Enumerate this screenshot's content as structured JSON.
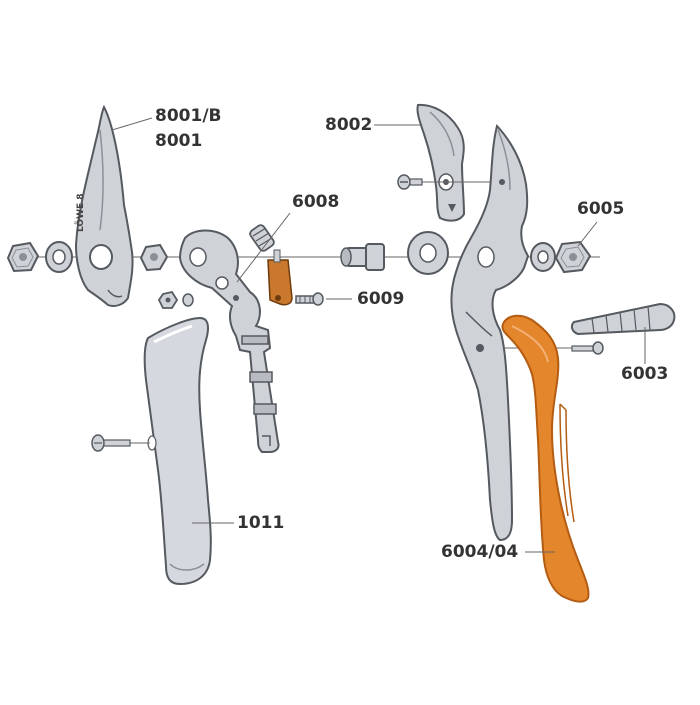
{
  "colors": {
    "metal_fill": "#cfd2d6",
    "metal_dark": "#8c9096",
    "outline": "#555a60",
    "grip_fill": "#d5d8de",
    "handle_orange": "#e3862c",
    "handle_orange_dark": "#b45c12",
    "brass": "#c9782e",
    "label_text": "#333333"
  },
  "labels": {
    "blade_primary": "8001/B",
    "blade_secondary": "8001",
    "anvil": "8002",
    "spring": "6008",
    "nut": "6005",
    "pivot_bolt": "6009",
    "buffer": "6003",
    "handle_lower": "6004/04",
    "grip": "1011"
  },
  "blade_marking": "LÖWE 8"
}
